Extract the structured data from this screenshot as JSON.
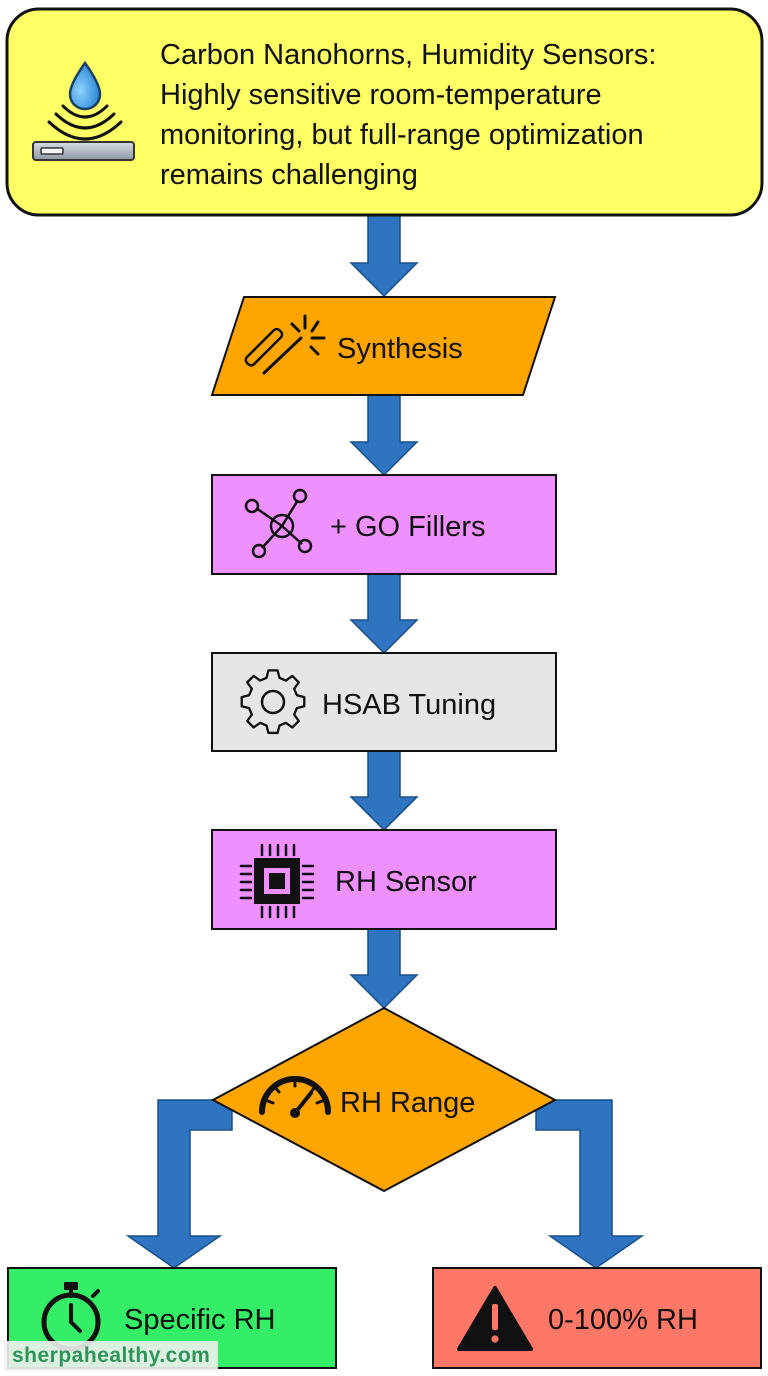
{
  "diagram": {
    "header": {
      "lines": [
        "Carbon Nanohorns, Humidity Sensors:",
        "Highly sensitive room-temperature",
        "monitoring, but full-range optimization",
        "remains challenging"
      ],
      "icon": "humidity-sensor-icon",
      "fill": "#ffff66"
    },
    "steps": [
      {
        "id": "synthesis",
        "label": "Synthesis",
        "shape": "parallelogram",
        "icon": "magic-wand-icon",
        "fill": "#ffa500"
      },
      {
        "id": "go-fillers",
        "label": "+ GO Fillers",
        "shape": "rectangle",
        "icon": "molecule-icon",
        "fill": "#ee90ff"
      },
      {
        "id": "hsab-tuning",
        "label": "HSAB Tuning",
        "shape": "rectangle",
        "icon": "gear-icon",
        "fill": "#e6e6e6"
      },
      {
        "id": "rh-sensor",
        "label": "RH Sensor",
        "shape": "rectangle",
        "icon": "chip-icon",
        "fill": "#ee90ff"
      }
    ],
    "decision": {
      "label": "RH Range",
      "shape": "diamond",
      "icon": "gauge-icon",
      "fill": "#ffa500"
    },
    "outcomes": [
      {
        "id": "specific-rh",
        "label": "Specific RH",
        "icon": "stopwatch-icon",
        "fill": "#33ee66"
      },
      {
        "id": "full-range",
        "label": "0-100% RH",
        "icon": "warning-icon",
        "fill": "#ff7766"
      }
    ],
    "arrow_color": "#2f74c0"
  },
  "watermark": "sherpahealthy.com"
}
